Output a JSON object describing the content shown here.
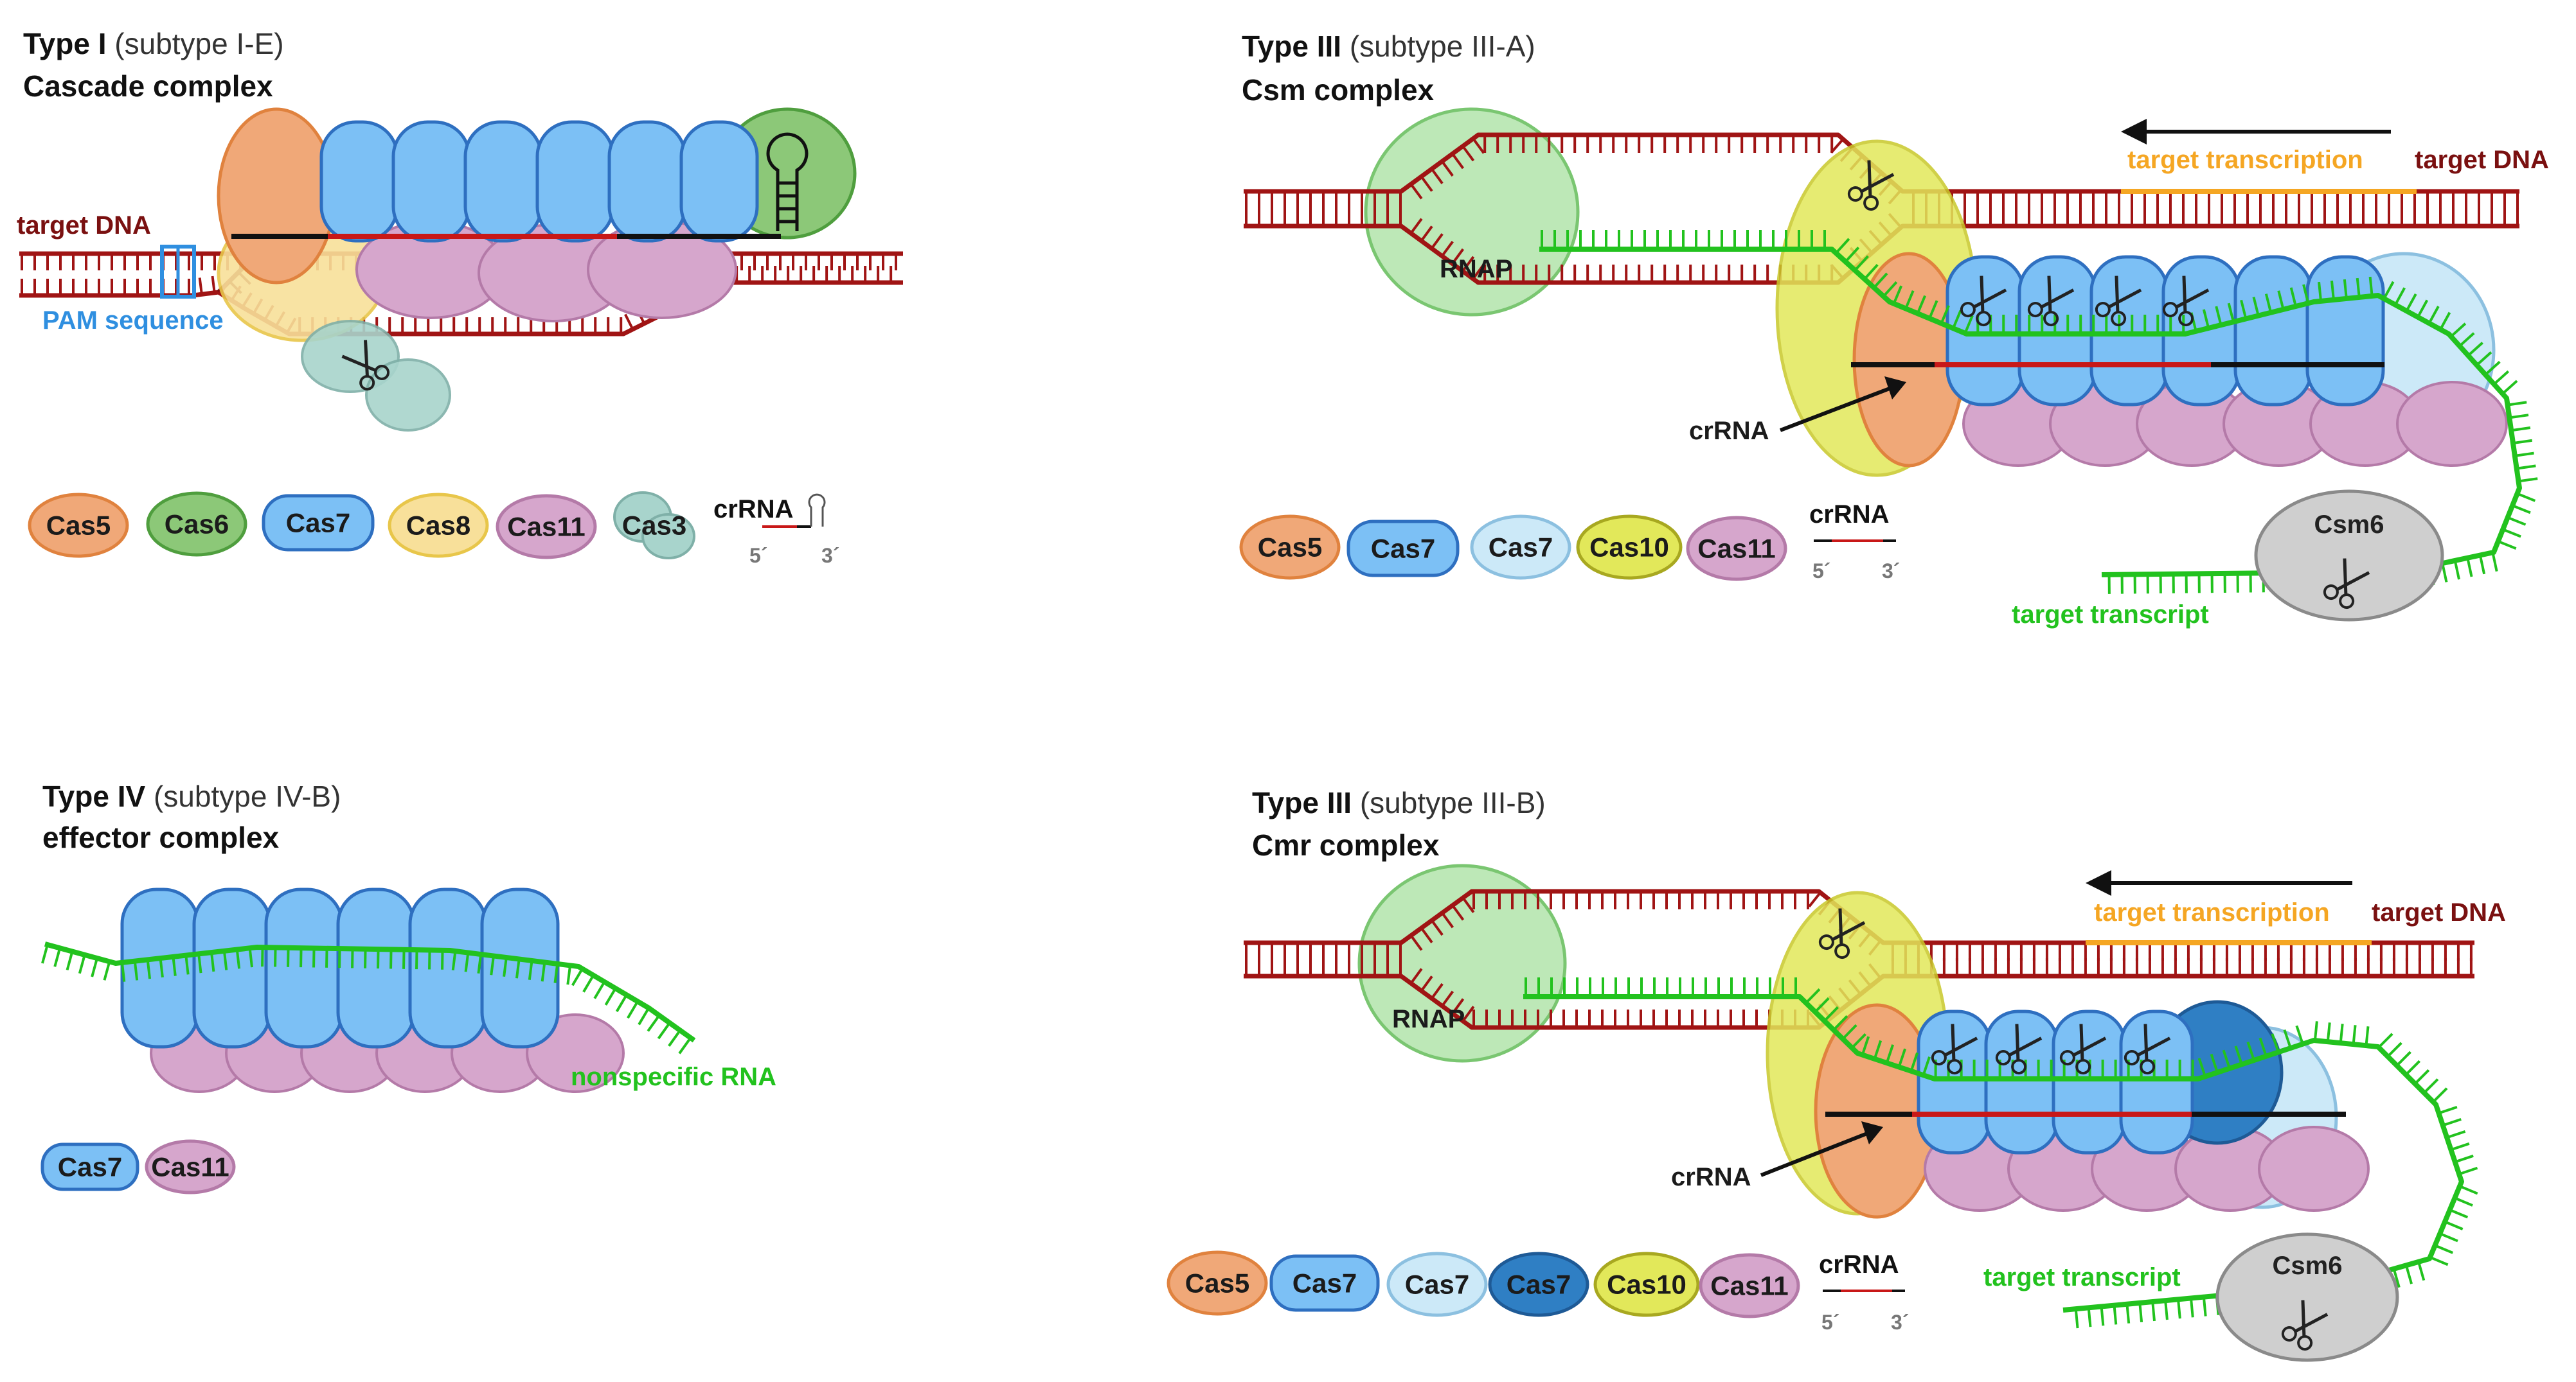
{
  "colors": {
    "dna": "#a01414",
    "dna_dark": "#7a1010",
    "rna_green": "#22c21e",
    "pam_blue": "#2f8fe0",
    "transcription_orange": "#f5a623",
    "cas5": "#f0a878",
    "cas6": "#8cc878",
    "cas7": "#7cc0f5",
    "cas7_light": "#cce9f8",
    "cas7_dark": "#2f7fc4",
    "cas8": "#f8e09a",
    "cas10": "#e2e85a",
    "cas11": "#d6a6cc",
    "cas3": "#a8d4cc",
    "rnap": "#b6e6b0",
    "csm6": "#cfcfcf"
  },
  "panel_type_i": {
    "title_bold": "Type I",
    "title_rest": " (subtype I-E)",
    "subtitle": "Cascade complex",
    "label_target_dna": "target DNA",
    "label_pam": "PAM sequence",
    "legend": [
      {
        "label": "Cas5",
        "color": "cas5",
        "icon": "cas5-oval"
      },
      {
        "label": "Cas6",
        "color": "cas6",
        "icon": "cas6-oval"
      },
      {
        "label": "Cas7",
        "color": "cas7",
        "icon": "cas7-oval"
      },
      {
        "label": "Cas8",
        "color": "cas8",
        "icon": "cas8-oval"
      },
      {
        "label": "Cas11",
        "color": "cas11",
        "icon": "cas11-oval"
      },
      {
        "label": "Cas3",
        "color": "cas3",
        "icon": "cas3-blob"
      }
    ],
    "crrna_label": "crRNA",
    "prime5": "5´",
    "prime3": "3´"
  },
  "panel_type_iii_a": {
    "title_bold": "Type III",
    "title_rest": " (subtype III-A)",
    "subtitle": "Csm complex",
    "label_target_transcription": "target transcription",
    "label_target_dna": "target DNA",
    "label_rnap": "RNAP",
    "label_crrna": "crRNA",
    "label_csm6": "Csm6",
    "label_target_transcript": "target transcript",
    "legend": [
      {
        "label": "Cas5",
        "color": "cas5"
      },
      {
        "label": "Cas7",
        "color": "cas7"
      },
      {
        "label": "Cas7",
        "color": "cas7_light"
      },
      {
        "label": "Cas10",
        "color": "cas10"
      },
      {
        "label": "Cas11",
        "color": "cas11"
      }
    ],
    "crrna_label": "crRNA",
    "prime5": "5´",
    "prime3": "3´"
  },
  "panel_type_iv": {
    "title_bold": "Type IV",
    "title_rest": " (subtype IV-B)",
    "subtitle": "effector complex",
    "label_nonspecific_rna": "nonspecific RNA",
    "legend": [
      {
        "label": "Cas7",
        "color": "cas7"
      },
      {
        "label": "Cas11",
        "color": "cas11"
      }
    ]
  },
  "panel_type_iii_b": {
    "title_bold": "Type III",
    "title_rest": " (subtype III-B)",
    "subtitle": "Cmr complex",
    "label_target_transcription": "target transcription",
    "label_target_dna": "target DNA",
    "label_rnap": "RNAP",
    "label_crrna": "crRNA",
    "label_csm6": "Csm6",
    "label_target_transcript": "target transcript",
    "legend": [
      {
        "label": "Cas5",
        "color": "cas5"
      },
      {
        "label": "Cas7",
        "color": "cas7"
      },
      {
        "label": "Cas7",
        "color": "cas7_light"
      },
      {
        "label": "Cas7",
        "color": "cas7_dark"
      },
      {
        "label": "Cas10",
        "color": "cas10"
      },
      {
        "label": "Cas11",
        "color": "cas11"
      }
    ],
    "crrna_label": "crRNA",
    "prime5": "5´",
    "prime3": "3´"
  }
}
